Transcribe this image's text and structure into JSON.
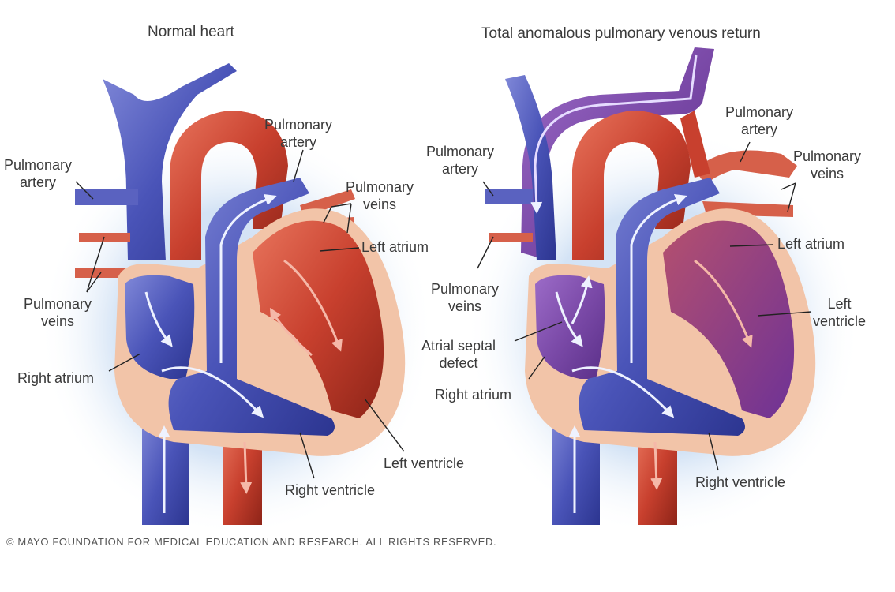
{
  "panels": {
    "normal": {
      "title": "Normal heart",
      "labels": {
        "pulmonary_artery_left": "Pulmonary\nartery",
        "pulmonary_artery_top": "Pulmonary\nartery",
        "pulmonary_veins_right": "Pulmonary\nveins",
        "left_atrium": "Left atrium",
        "pulmonary_veins_left": "Pulmonary\nveins",
        "right_atrium": "Right atrium",
        "left_ventricle": "Left ventricle",
        "right_ventricle": "Right ventricle"
      }
    },
    "tapvr": {
      "title": "Total anomalous pulmonary venous return",
      "labels": {
        "pulmonary_artery_top": "Pulmonary\nartery",
        "pulmonary_veins_right": "Pulmonary\nveins",
        "pulmonary_artery_left": "Pulmonary\nartery",
        "left_atrium": "Left atrium",
        "pulmonary_veins_left": "Pulmonary\nveins",
        "left_ventricle": "Left\nventricle",
        "atrial_septal_defect": "Atrial septal\ndefect",
        "right_atrium": "Right atrium",
        "right_ventricle": "Right ventricle"
      }
    }
  },
  "credit": "© MAYO FOUNDATION FOR MEDICAL EDUCATION AND RESEARCH. ALL RIGHTS RESERVED.",
  "colors": {
    "deoxygenated": "#4a54b8",
    "oxygenated": "#c8402e",
    "mixed": "#7b4aa8",
    "wall": "#f2c4a8",
    "leader": "#222222"
  }
}
